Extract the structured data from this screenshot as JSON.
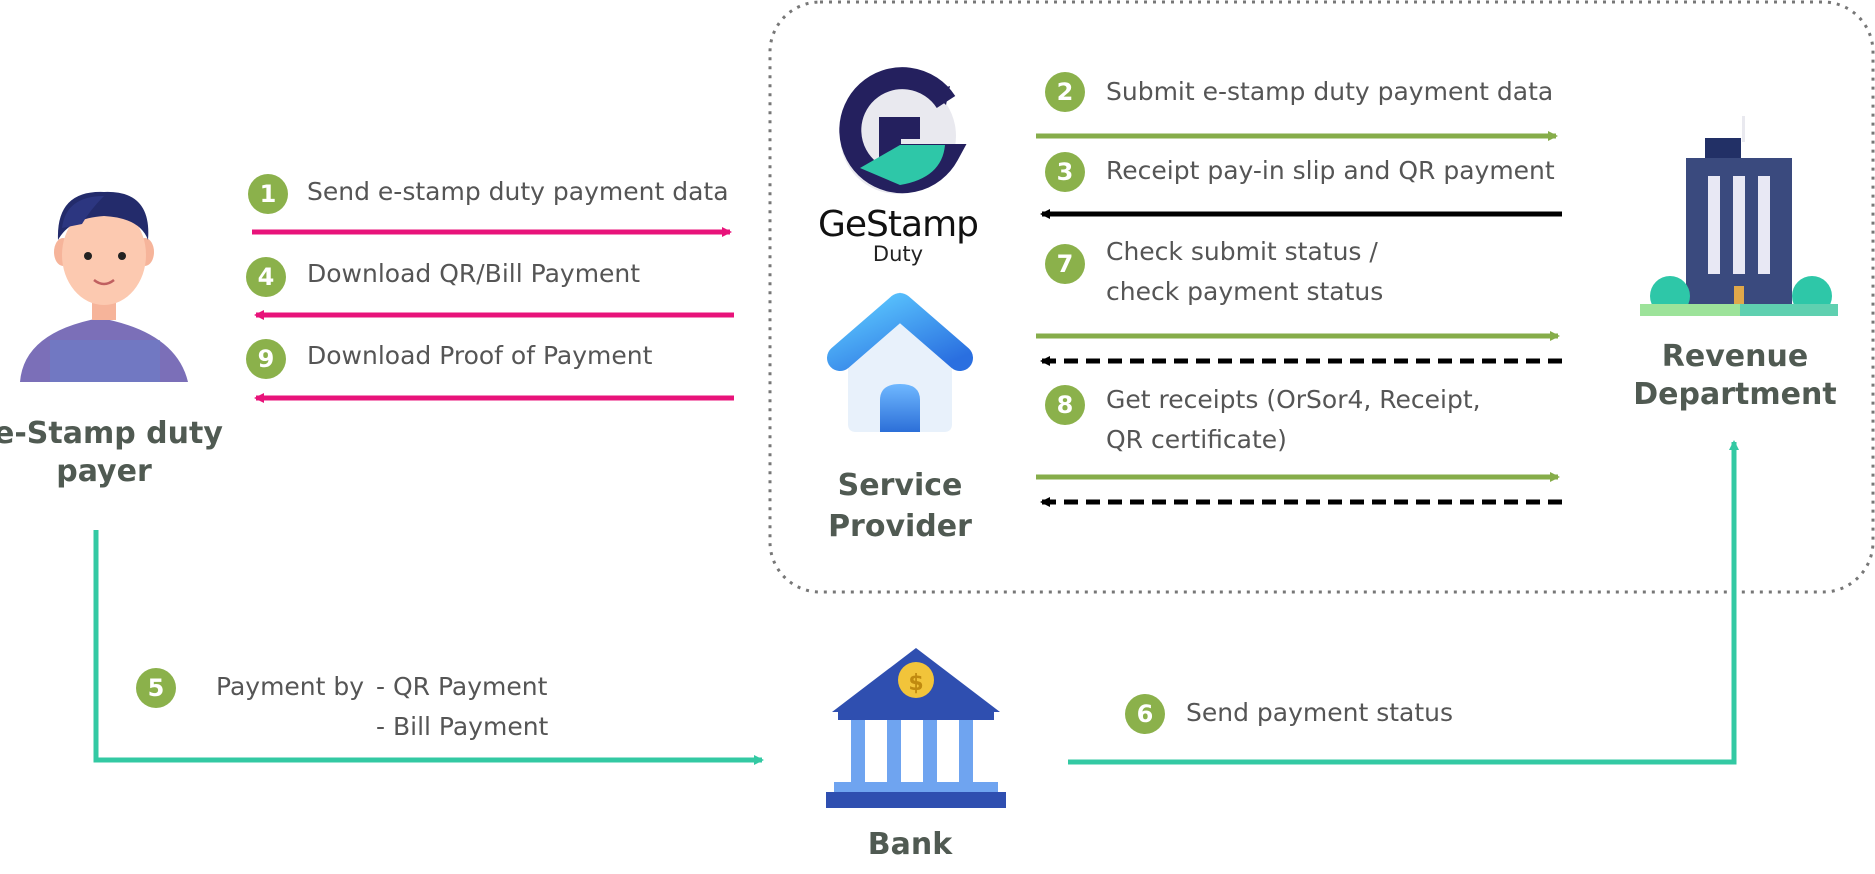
{
  "actors": {
    "payer": {
      "label_line1": "e-Stamp duty",
      "label_line2": "payer"
    },
    "service_provider": {
      "label_line1": "Service",
      "label_line2": "Provider"
    },
    "revenue": {
      "label_line1": "Revenue",
      "label_line2": "Department"
    },
    "bank": {
      "label": "Bank"
    }
  },
  "logo": {
    "name": "GeStamp",
    "sub": "Duty"
  },
  "steps": {
    "s1": {
      "number": "1",
      "text": "Send e-stamp duty payment data"
    },
    "s2": {
      "number": "2",
      "text": "Submit e-stamp duty payment data"
    },
    "s3": {
      "number": "3",
      "text": "Receipt pay-in slip and QR payment"
    },
    "s4": {
      "number": "4",
      "text": "Download QR/Bill Payment"
    },
    "s5": {
      "number": "5",
      "text": "Payment by",
      "option1": "- QR Payment",
      "option2": "- Bill Payment"
    },
    "s6": {
      "number": "6",
      "text": "Send payment status"
    },
    "s7": {
      "number": "7",
      "line1": "Check submit status /",
      "line2": "check payment status"
    },
    "s8": {
      "number": "8",
      "line1": "Get receipts (OrSor4, Receipt,",
      "line2": "QR certificate)"
    },
    "s9": {
      "number": "9",
      "text": "Download Proof of Payment"
    }
  },
  "colors": {
    "pink_arrow": "#e8137a",
    "green_arrow": "#86ad4a",
    "teal_arrow": "#33c9a3",
    "black_arrow": "#000000",
    "badge": "#8bb14b",
    "boundary": "#777777"
  },
  "icons": [
    "person-icon",
    "gestamp-logo-icon",
    "house-icon",
    "building-icon",
    "bank-icon"
  ]
}
